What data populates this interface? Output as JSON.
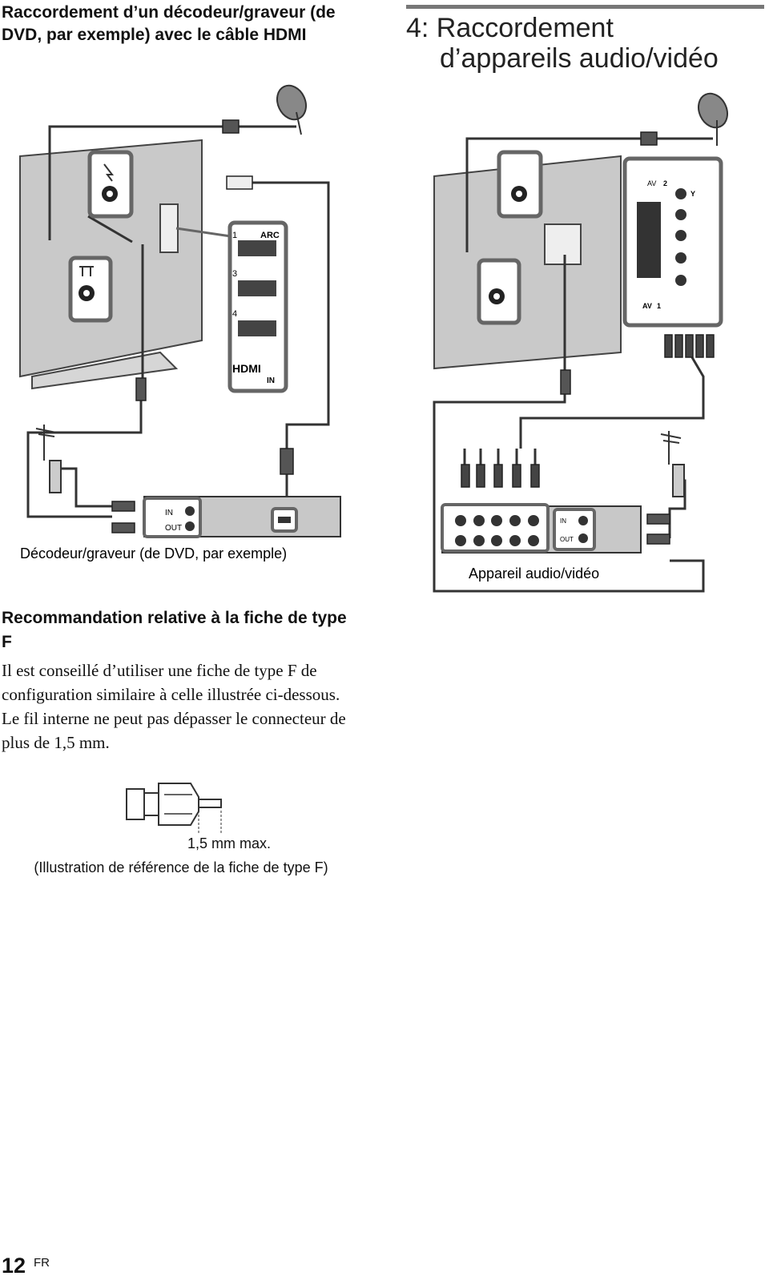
{
  "header": {
    "left_title": "Raccordement d’un décodeur/graveur (de DVD, par exemple) avec le câble HDMI",
    "section_title_line1": "4: Raccordement",
    "section_title_line2": "d’appareils audio/vidéo"
  },
  "diagram_left": {
    "hdmi_port_labels": [
      "1",
      "ARC",
      "3",
      "4"
    ],
    "hdmi_logo": "HDMI",
    "hdmi_in": "IN",
    "device_in": "IN",
    "device_out": "OUT",
    "caption": "Décodeur/graveur (de DVD, par exemple)"
  },
  "diagram_right": {
    "panel_labels": [
      "AV",
      "2",
      "Y",
      "AV",
      "1"
    ],
    "device_in": "IN",
    "device_out": "OUT",
    "caption": "Appareil audio/vidéo"
  },
  "recommendation": {
    "heading": "Recommandation relative à la fiche de type F",
    "paragraph1": "Il est conseillé d’utiliser une fiche de type F de configuration similaire à celle illustrée ci-dessous.",
    "paragraph2": "Le fil interne ne peut pas dépasser le connecteur de plus de 1,5 mm."
  },
  "plug_figure": {
    "dimension": "1,5 mm max.",
    "caption": "(Illustration de référence de la fiche de type F)"
  },
  "footer": {
    "page_number": "12",
    "lang": "FR"
  }
}
